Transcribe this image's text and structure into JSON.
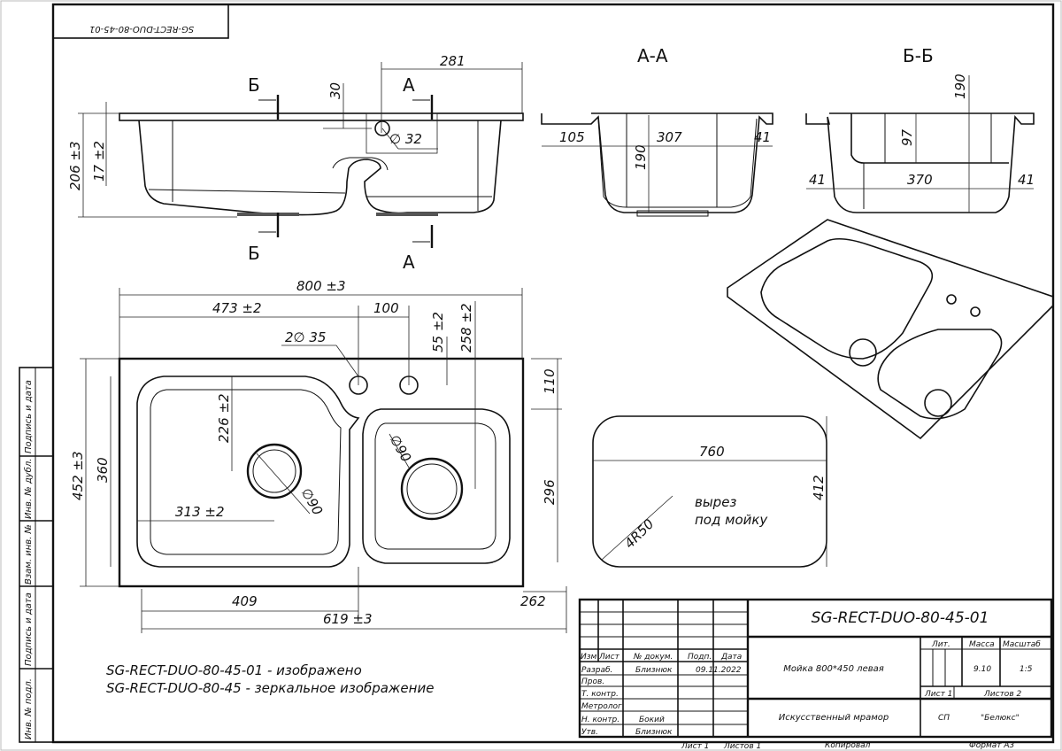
{
  "stamp_code": "SG-RECT-DUO-80-45-01",
  "side_strip": [
    "Подпись и дата",
    "Инв. № дубл.",
    "Взам. инв. №",
    "Подпись и дата",
    "Инв. № подл."
  ],
  "front_view": {
    "section_b": "Б",
    "section_a": "А",
    "dims": {
      "d281": "281",
      "d30": "30",
      "d32": "∅ 32",
      "d206": "206 ±3",
      "d17": "17 ±2"
    }
  },
  "section_aa": {
    "title": "А-А",
    "dims": {
      "d105": "105",
      "d307": "307",
      "d41": "41",
      "d190": "190"
    }
  },
  "section_bb": {
    "title": "Б-Б",
    "dims": {
      "d190": "190",
      "d97": "97",
      "d41a": "41",
      "d370": "370",
      "d41b": "41"
    }
  },
  "plan_view": {
    "dims": {
      "d800": "800 ±3",
      "d473": "473 ±2",
      "d100": "100",
      "d55": "55 ±2",
      "d258": "258 ±2",
      "d2x35": "2∅ 35",
      "d110": "110",
      "d226": "226 ±2",
      "d90a": "∅90",
      "d90b": "∅90",
      "d313": "313 ±2",
      "d452": "452 ±3",
      "d360": "360",
      "d296": "296",
      "d409": "409",
      "d619": "619 ±3",
      "d262": "262"
    }
  },
  "cutout": {
    "d760": "760",
    "d412": "412",
    "r50": "4R50",
    "label1": "вырез",
    "label2": "под мойку"
  },
  "notes": [
    "SG-RECT-DUO-80-45-01 - изображено",
    "SG-RECT-DUO-80-45 - зеркальное изображение"
  ],
  "title_block": {
    "code": "SG-RECT-DUO-80-45-01",
    "headers": [
      "Изм",
      "Лист",
      "№ докум.",
      "Подп.",
      "Дата"
    ],
    "rows": [
      {
        "role": "Разраб.",
        "name": "Близнюк",
        "date": "09.11.2022"
      },
      {
        "role": "Пров.",
        "name": ""
      },
      {
        "role": "Т. контр.",
        "name": ""
      },
      {
        "role": "Метролог",
        "name": ""
      },
      {
        "role": "Н. контр.",
        "name": "Бокий"
      },
      {
        "role": "Утв.",
        "name": "Близнюк"
      }
    ],
    "product": "Мойка 800*450 левая",
    "material": "Искусственный мрамор",
    "lit_label": "Лит.",
    "mass_label": "Масса",
    "scale_label": "Масштаб",
    "mass": "9.10",
    "scale": "1:5",
    "sheet": "Лист 1",
    "sheets": "Листов 2",
    "org_prefix": "СП",
    "org": "\"Белюкс\"",
    "footer": {
      "sheet": "Лист 1",
      "sheets": "Листов 1",
      "copied": "Копировал",
      "format": "Формат А3"
    }
  }
}
